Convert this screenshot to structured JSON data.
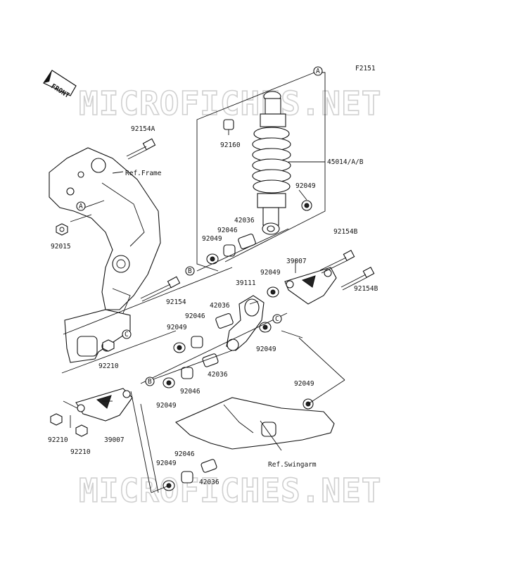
{
  "figure_code": "F2151",
  "front_label": "FRONT",
  "watermark": "MICROFICHES.NET",
  "callouts": {
    "A": "A",
    "B": "B",
    "C": "C"
  },
  "labels": {
    "l92154A": "92154A",
    "lRefFrame": "Ref.Frame",
    "l92015": "92015",
    "l92160": "92160",
    "l45014": "45014/A/B",
    "l92049_a": "92049",
    "l42036_a": "42036",
    "l92046_a": "92046",
    "l92049_b": "92049",
    "l92154B_a": "92154B",
    "l39007_a": "39007",
    "l92049_c": "92049",
    "l39111": "39111",
    "l92154B_b": "92154B",
    "l92154": "92154",
    "l42036_b": "42036",
    "l92046_b": "92046",
    "l92049_d": "92049",
    "l92049_e": "92049",
    "l92210_a": "92210",
    "l42036_c": "42036",
    "l92046_c": "92046",
    "l92049_f": "92049",
    "l92049_g": "92049",
    "l92210_b": "92210",
    "l39007_b": "39007",
    "l92210_c": "92210",
    "l92046_d": "92046",
    "l92049_h": "92049",
    "l42036_d": "42036",
    "lRefSwingarm": "Ref.Swingarm"
  }
}
